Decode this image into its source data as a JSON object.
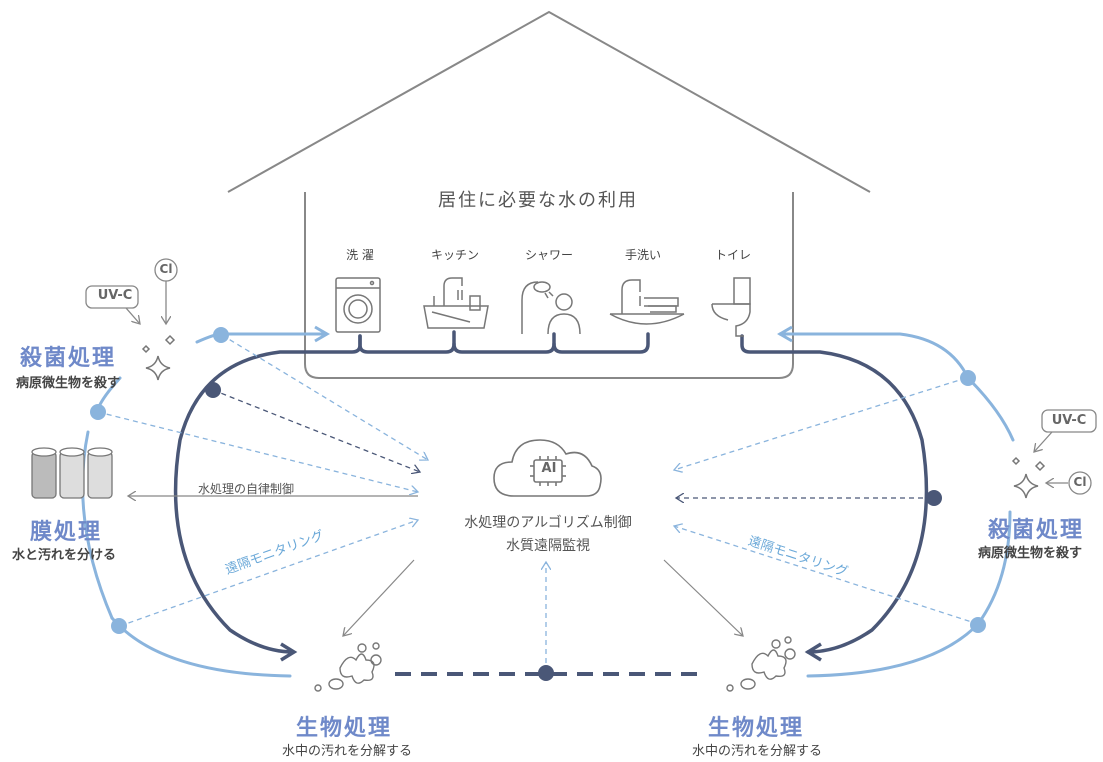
{
  "house": {
    "title": "居住に必要な水の利用",
    "appliances": [
      "洗 濯",
      "キッチン",
      "シャワー",
      "手洗い",
      "トイレ"
    ]
  },
  "center": {
    "ai_label": "AI",
    "line1": "水処理のアルゴリズム制御",
    "line2": "水質遠隔監視"
  },
  "left": {
    "uvc": "UV-C",
    "cl": "Cl",
    "sterilize_title": "殺菌処理",
    "sterilize_sub": "病原微生物を殺す",
    "membrane_title": "膜処理",
    "membrane_sub": "水と汚れを分ける",
    "auto_control": "水処理の自律制御",
    "remote": "遠隔モニタリング"
  },
  "right": {
    "uvc": "UV-C",
    "cl": "Cl",
    "sterilize_title": "殺菌処理",
    "sterilize_sub": "病原微生物を殺す",
    "remote": "遠隔モニタリング"
  },
  "bottom_left": {
    "title": "生物処理",
    "sub": "水中の汚れを分解する"
  },
  "bottom_right": {
    "title": "生物処理",
    "sub": "水中の汚れを分解する"
  },
  "colors": {
    "navy": "#4a5777",
    "lightblue": "#8ab4dd",
    "blue_text": "#6f89c9",
    "gray": "#888888"
  }
}
